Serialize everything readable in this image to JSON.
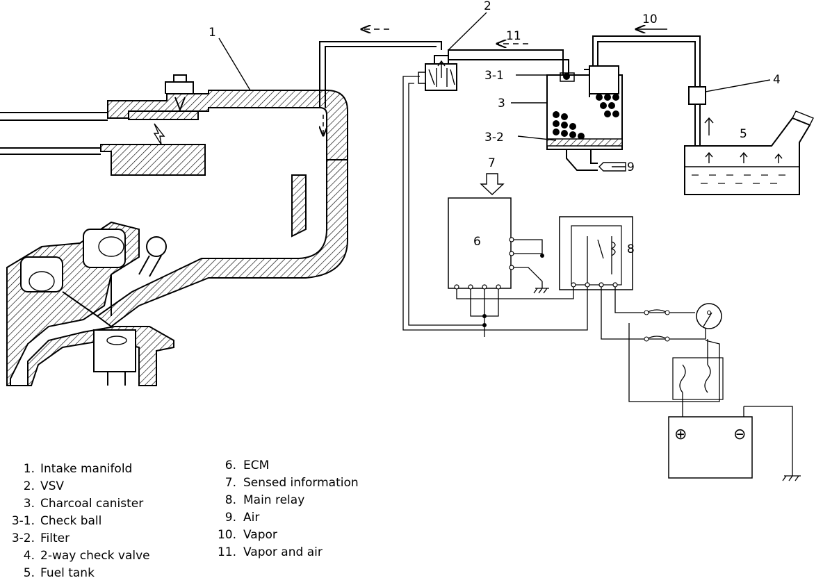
{
  "callouts": {
    "c1": "1",
    "c2": "2",
    "c3_1": "3-1",
    "c3": "3",
    "c3_2": "3-2",
    "c4": "4",
    "c5": "5",
    "c6": "6",
    "c7": "7",
    "c8": "8",
    "c9": "9",
    "c10": "10",
    "c11": "11"
  },
  "legend": [
    {
      "num": "1.",
      "text": "Intake manifold"
    },
    {
      "num": "2.",
      "text": "VSV"
    },
    {
      "num": "3.",
      "text": "Charcoal canister"
    },
    {
      "num": "3-1.",
      "text": "Check ball"
    },
    {
      "num": "3-2.",
      "text": "Filter"
    },
    {
      "num": "4.",
      "text": "2-way check valve"
    },
    {
      "num": "5.",
      "text": "Fuel tank"
    },
    {
      "num": "6.",
      "text": "ECM"
    },
    {
      "num": "7.",
      "text": "Sensed information"
    },
    {
      "num": "8.",
      "text": "Main relay"
    },
    {
      "num": "9.",
      "text": "Air"
    },
    {
      "num": "10.",
      "text": "Vapor"
    },
    {
      "num": "11.",
      "text": "Vapor and air"
    }
  ],
  "symbols": {
    "battery_plus": "⊕",
    "battery_minus": "⊖"
  }
}
